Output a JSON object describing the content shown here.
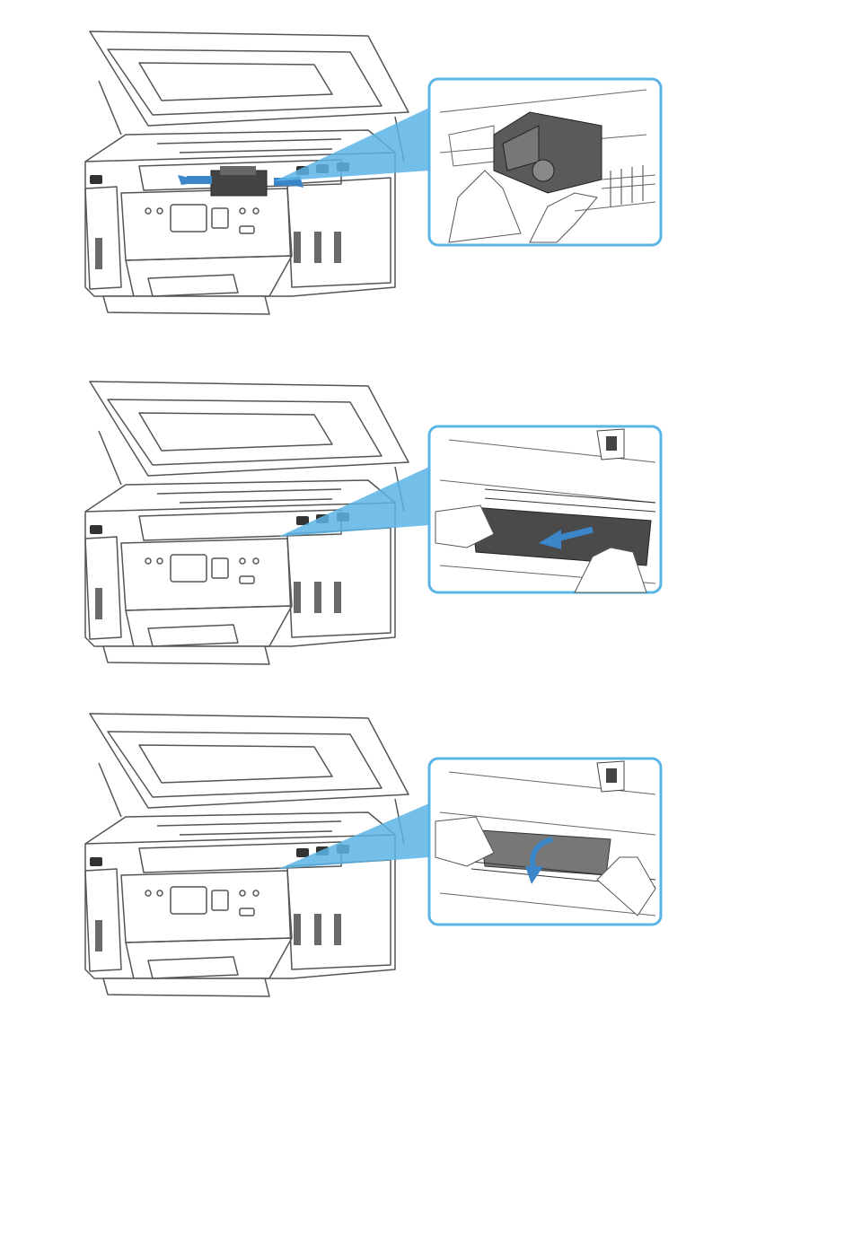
{
  "page": {
    "background": "#ffffff"
  },
  "colors": {
    "line": "#555555",
    "accent": "#5ab4e6",
    "arrow": "#3a86c8",
    "dark": "#555555",
    "tank": "#6a6a6a"
  },
  "figures": [
    {
      "id": "step-1",
      "callout_icon": "print-head-holder-slide",
      "arrows": "bidirectional-horizontal"
    },
    {
      "id": "step-2",
      "callout_icon": "paper-pull-from-front",
      "arrows": "down-left"
    },
    {
      "id": "step-3",
      "callout_icon": "paper-pull-from-rear",
      "arrows": "down-curved"
    }
  ]
}
